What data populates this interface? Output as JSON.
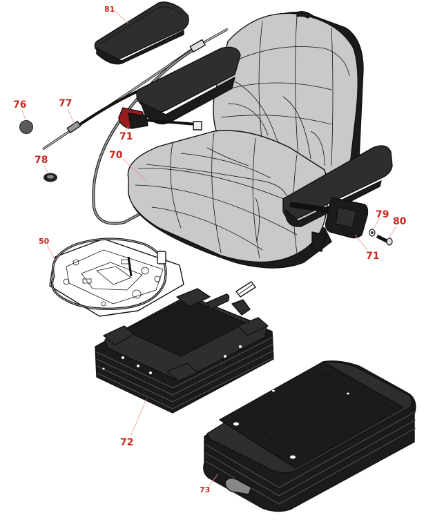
{
  "callouts": [
    {
      "id": "81",
      "label": "81"
    },
    {
      "id": "76",
      "label": "76"
    },
    {
      "id": "77",
      "label": "77"
    },
    {
      "id": "78",
      "label": "78"
    },
    {
      "id": "71a",
      "label": "71"
    },
    {
      "id": "70",
      "label": "70"
    },
    {
      "id": "50",
      "label": "50"
    },
    {
      "id": "79",
      "label": "79"
    },
    {
      "id": "80",
      "label": "80"
    },
    {
      "id": "71b",
      "label": "71"
    },
    {
      "id": "72",
      "label": "72"
    },
    {
      "id": "73",
      "label": "73"
    }
  ],
  "colors": {
    "callout": "#c8261c",
    "leader": "#e59a8f",
    "cushion": "#c9c9c9",
    "plastic": "#2e2e2e"
  }
}
